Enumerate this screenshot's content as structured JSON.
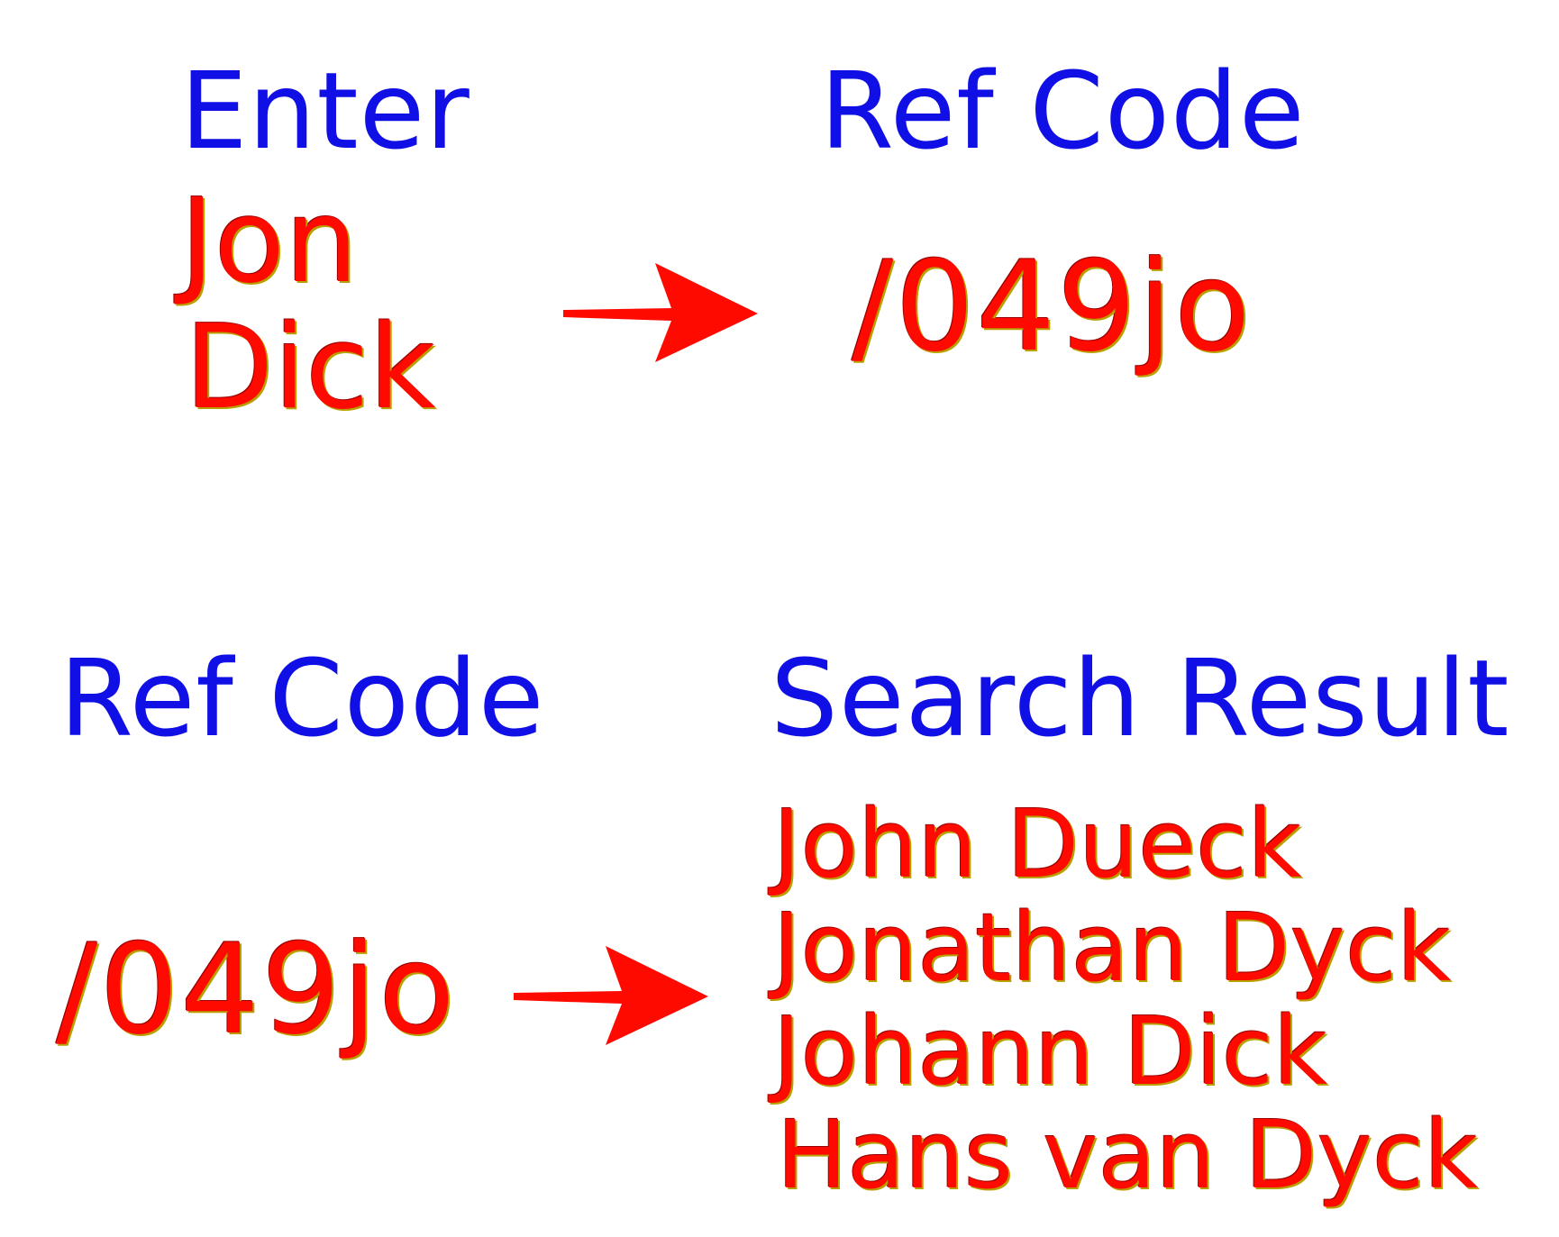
{
  "top": {
    "enter_heading": "Enter",
    "refcode_heading": "Ref Code",
    "input_names": [
      "Jon",
      "Dick"
    ],
    "code": "/049jo"
  },
  "bottom": {
    "refcode_heading": "Ref Code",
    "result_heading": "Search Result",
    "code": "/049jo",
    "results": [
      "John Dueck",
      "Jonathan Dyck",
      "Johann Dick",
      "Hans van Dyck"
    ]
  },
  "colors": {
    "heading": "#1010e6",
    "text": "#ff0a00",
    "arrow": "#ff0a00"
  },
  "icons": [
    "arrow-right-icon"
  ]
}
